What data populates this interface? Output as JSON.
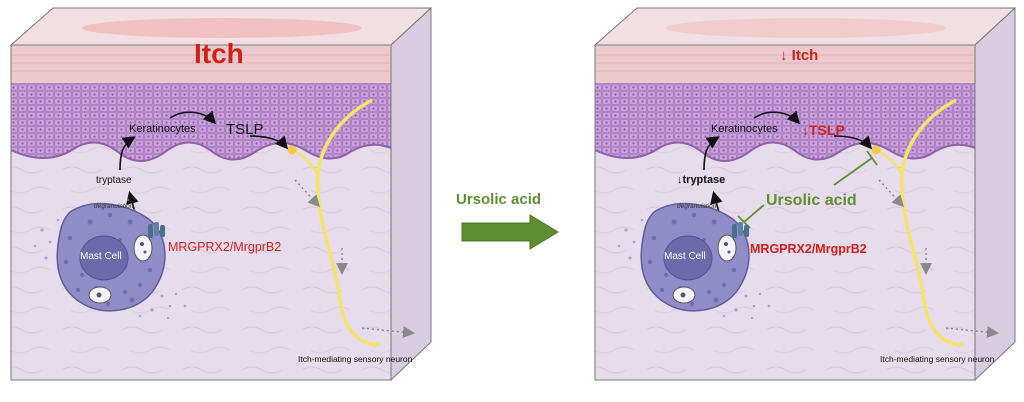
{
  "colors": {
    "accent_red": "#d0201a",
    "accent_green": "#5f8f31",
    "epidermis": "#b98ccf",
    "dermis": "#e7dcec",
    "stratum_corneum": "#ecc9cc",
    "mast_cell": "#8f8cc8",
    "neuron": "#f4e46a"
  },
  "left_panel": {
    "title": "Itch",
    "keratinocytes": "Keratinocytes",
    "tslp": "TSLP",
    "tryptase": "tryptase",
    "degranulation": "degranulation",
    "mast_cell": "Mast Cell",
    "receptor": "MRGPRX2/MrgprB2",
    "neuron": "Itch-mediating sensory neuron"
  },
  "middle": {
    "label": "Ursolic acid"
  },
  "right_panel": {
    "title": "↓ Itch",
    "keratinocytes": "Keratinocytes",
    "tslp": "↓TSLP",
    "tryptase": "↓tryptase",
    "degranulation": "degranulation",
    "mast_cell": "Mast Cell",
    "receptor": "MRGPRX2/MrgprB2",
    "inhibitor": "Ursolic acid",
    "neuron": "Itch-mediating sensory neuron"
  }
}
